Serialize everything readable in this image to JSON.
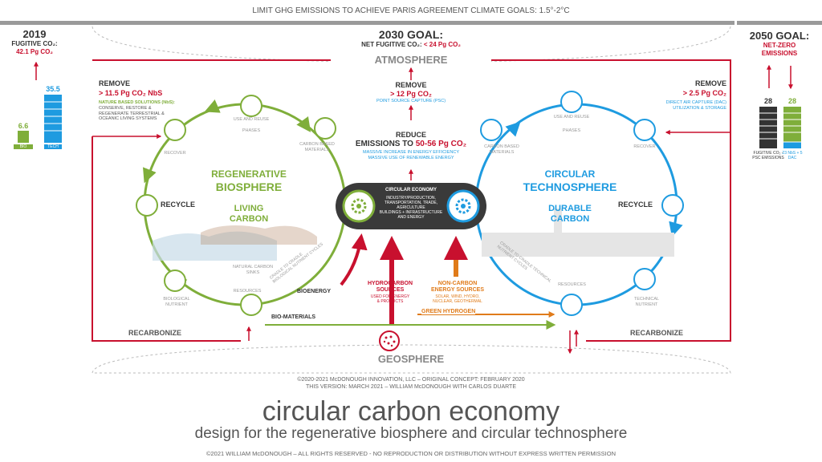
{
  "top_banner": "LIMIT GHG EMISSIONS TO ACHIEVE PARIS AGREEMENT CLIMATE GOALS: 1.5°-2°C",
  "left_panel": {
    "year": "2019",
    "label": "FUGITIVE CO₂:",
    "value": "42.1 Pg CO₂",
    "bar_bio_value": "6.6",
    "bar_bio_label": "BIO",
    "bar_tech_value": "35.5",
    "bar_tech_label": "TECH"
  },
  "goal_2030": {
    "title": "2030 GOAL:",
    "subtitle_prefix": "NET FUGITIVE CO₂:",
    "subtitle_value": "< 24 Pg CO₂"
  },
  "right_panel": {
    "title": "2050 GOAL:",
    "subtitle": "NET-ZERO EMISSIONS",
    "bar_left_value": "28",
    "bar_left_label": "FUGITIVE CO₂ -PSC EMISSIONS",
    "bar_right_value": "28",
    "bar_right_label": "23 NbS + 5 DAC"
  },
  "atmosphere": "ATMOSPHERE",
  "geosphere": "GEOSPHERE",
  "remove_left": {
    "title": "REMOVE",
    "value": "> 11.5 Pg CO₂ NbS",
    "line1": "NATURE BASED SOLUTIONS (NbS):",
    "line2": "CONSERVE, RESTORE & REGENERATE TERRESTRIAL & OCEANIC LIVING SYSTEMS"
  },
  "remove_center": {
    "title": "REMOVE",
    "value": "> 12 Pg CO₂",
    "line1": "POINT SOURCE CAPTURE (PSC)"
  },
  "reduce_center": {
    "title": "REDUCE",
    "value_prefix": "EMISSIONS TO",
    "value": "50-56 Pg CO₂",
    "line1": "MASSIVE INCREASE IN ENERGY EFFICIENCY",
    "line2": "MASSIVE USE OF RENEWABLE ENERGY"
  },
  "remove_right": {
    "title": "REMOVE",
    "value": "> 2.5 Pg CO₂",
    "line1": "DIRECT AIR CAPTURE (DAC)",
    "line2": "UTILIZATION & STORAGE"
  },
  "biosphere": {
    "title1": "REGENERATIVE",
    "title2": "BIOSPHERE",
    "sub1": "LIVING",
    "sub2": "CARBON",
    "use_reuse": "USE AND REUSE",
    "phases": "PHASES",
    "recover": "RECOVER",
    "recycle": "RECYCLE",
    "carbon_based": "CARBON BASED MATERIALS",
    "natural_sinks": "NATURAL CARBON SINKS",
    "resources": "RESOURCES",
    "biological_nutrient": "BIOLOGICAL NUTRIENT",
    "cradle": "CRADLE TO CRADLE BIOLOGICAL NUTRIENT CYCLES",
    "bioenergy": "BIOENERGY",
    "biomaterials": "BIO-MATERIALS",
    "recarbonize": "RECARBONIZE"
  },
  "technosphere": {
    "title1": "CIRCULAR",
    "title2": "TECHNOSPHERE",
    "sub1": "DURABLE",
    "sub2": "CARBON",
    "use_reuse": "USE AND REUSE",
    "phases": "PHASES",
    "recover": "RECOVER",
    "recycle": "RECYCLE",
    "carbon_based": "CARBON BASED MATERIALS",
    "resources": "RESOURCES",
    "technical_nutrient": "TECHNICAL NUTRIENT",
    "cradle": "CRADLE TO CRADLE TECHNICAL NUTRIENT CYCLES",
    "recarbonize": "RECARBONIZE"
  },
  "circular_economy": {
    "title": "CIRCULAR ECONOMY",
    "line1": "INDUSTRY/PRODUCTION,",
    "line2": "TRANSPORTATION, TRADE,",
    "line3": "AGRICULTURE",
    "line4": "BUILDINGS + INFRASTRUCTURE",
    "line5": "AND ENERGY"
  },
  "hydrocarbon": {
    "line1": "HYDROCARBON",
    "line2": "SOURCES",
    "line3": "USED FOR ENERGY",
    "line4": "& PRODUCTS"
  },
  "noncarbon": {
    "line1": "NON-CARBON",
    "line2": "ENERGY SOURCES",
    "line3": "SOLAR, WIND, HYDRO,",
    "line4": "NUCLEAR, GEOTHERMAL"
  },
  "green_hydrogen": "GREEN HYDROGEN",
  "copyright1": "©2020-2021 McDONOUGH INNOVATION, LLC – ORIGINAL CONCEPT: FEBRUARY 2020",
  "copyright2": "THIS VERSION: MARCH  2021 –  WILLIAM McDONOUGH WITH CARLOS DUARTE",
  "main_title": "circular carbon economy",
  "main_subtitle": "design for the regenerative biosphere and circular technosphere",
  "footer": "©2021 WILLIAM McDONOUGH – ALL RIGHTS RESERVED - NO REPRODUCTION OR DISTRIBUTION WITHOUT EXPRESS WRITTEN PERMISSION",
  "colors": {
    "red": "#c8102e",
    "green": "#7fae3a",
    "blue": "#1e9be0",
    "orange": "#e07b1a",
    "dark": "#3a3a3a",
    "gray": "#9a9a9a"
  }
}
